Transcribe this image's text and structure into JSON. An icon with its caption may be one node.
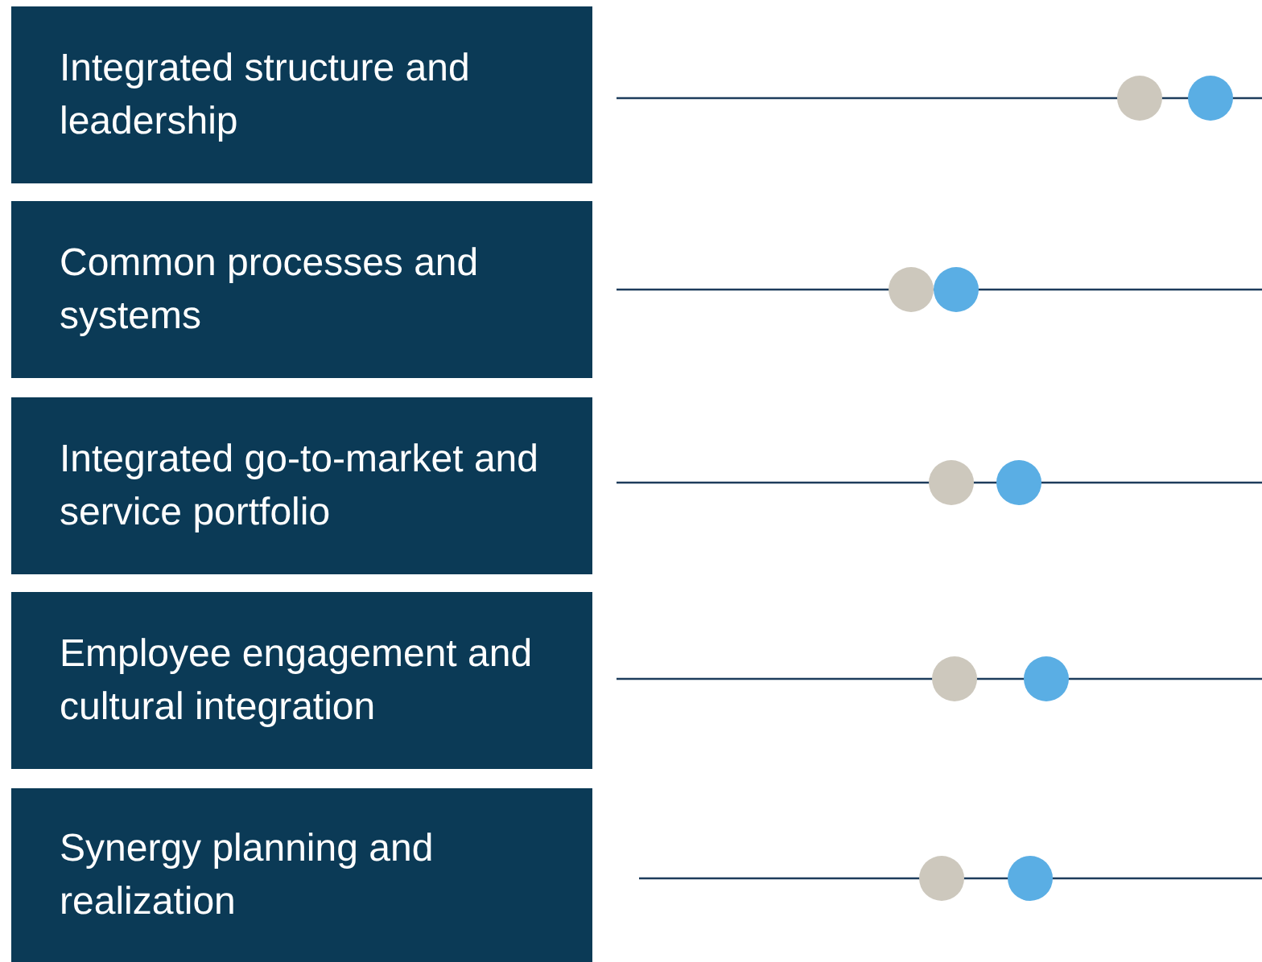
{
  "diagram": {
    "nodes": [
      {
        "text": [
          "Integrated structure and leadership"
        ]
      },
      {
        "text": [
          "Common processes and systems"
        ]
      },
      {
        "text": [
          "Integrated go-to-market and service portfolio"
        ]
      },
      {
        "text": [
          "Employee engagement and cultural integration"
        ]
      },
      {
        "text": [
          "Synergy planning and realization"
        ]
      }
    ]
  }
}
